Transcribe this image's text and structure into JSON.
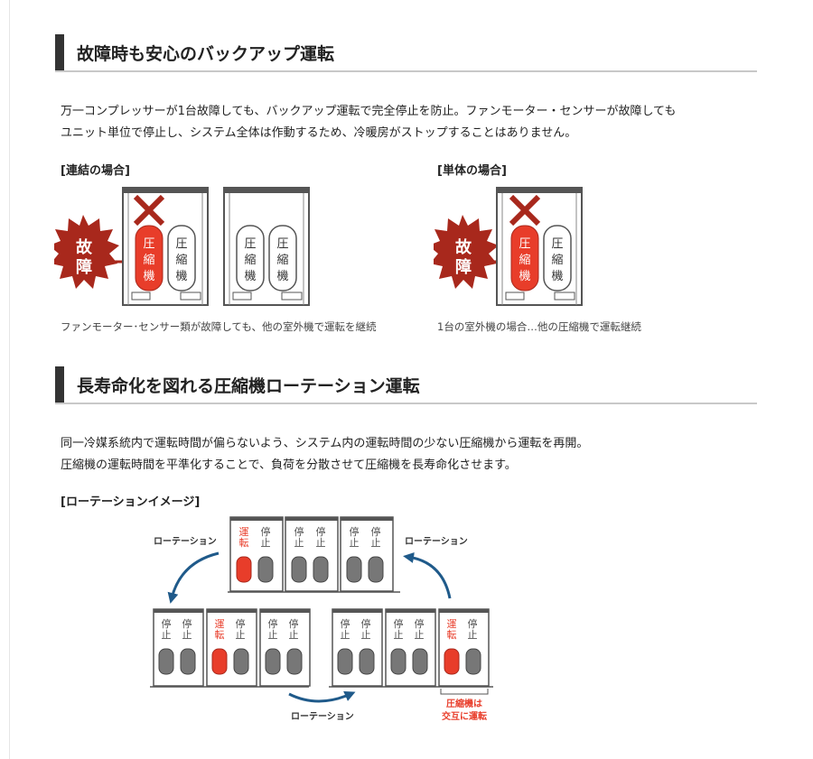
{
  "section1": {
    "title": "故障時も安心のバックアップ運転",
    "body_line1": "万一コンプレッサーが1台故障しても、バックアップ運転で完全停止を防止。ファンモーター・センサーが故障しても",
    "body_line2": "ユニット単位で停止し、システム全体は作動するため、冷暖房がストップすることはありません。",
    "left_label": "[連結の場合]",
    "right_label": "[単体の場合]",
    "fault_char1": "故",
    "fault_char2": "障",
    "compressor": [
      "圧",
      "縮",
      "機"
    ],
    "left_caption": "ファンモーター･センサー類が故障しても、他の室外機で運転を継続",
    "right_caption": "1台の室外機の場合…他の圧縮機で運転継続"
  },
  "section2": {
    "title": "長寿命化を図れる圧縮機ローテーション運転",
    "body_line1": "同一冷媒系統内で運転時間が偏らないよう、システム内の運転時間の少ない圧縮機から運転を再開。",
    "body_line2": "圧縮機の運転時間を平準化することで、負荷を分散させて圧縮機を長寿命化させます。",
    "image_label": "[ローテーションイメージ]",
    "rotation_label": "ローテーション",
    "run": [
      "運",
      "転"
    ],
    "stop": [
      "停",
      "止"
    ],
    "note_line1": "圧縮機は",
    "note_line2": "交互に運転"
  },
  "colors": {
    "accent_red": "#e83d2a",
    "dark_red": "#a8281c",
    "blue_arrow": "#1f5a8a",
    "heading_bar": "#333333"
  }
}
